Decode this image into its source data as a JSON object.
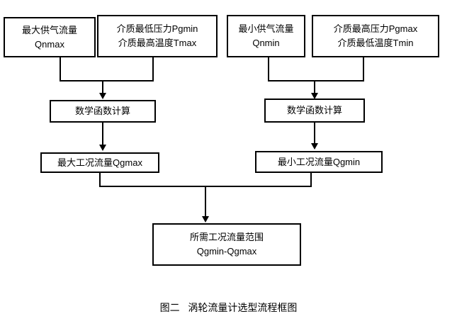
{
  "figure": {
    "caption": "图二   涡轮流量计选型流程框图",
    "ink_color": "#000000",
    "background_color": "#ffffff"
  },
  "nodes": {
    "max_supply_flow": {
      "line1": "最大供气流量",
      "line2": "Qnmax"
    },
    "min_pressure_max_temp": {
      "line1": "介质最低压力Pgmin",
      "line2": "介质最高温度Tmax"
    },
    "min_supply_flow": {
      "line1": "最小供气流量",
      "line2": "Qnmin"
    },
    "max_pressure_min_temp": {
      "line1": "介质最高压力Pgmax",
      "line2": "介质最低温度Tmin"
    },
    "math_function_left": {
      "line1": "数学函数计算"
    },
    "math_function_right": {
      "line1": "数学函数计算"
    },
    "working_flow_max": {
      "line1": "最大工况流量Qgmax"
    },
    "working_flow_min": {
      "line1": "最小工况流量Qgmin"
    },
    "required_flow_range": {
      "line1": "所需工况流量范围",
      "line2": "Qgmin-Qgmax"
    }
  }
}
